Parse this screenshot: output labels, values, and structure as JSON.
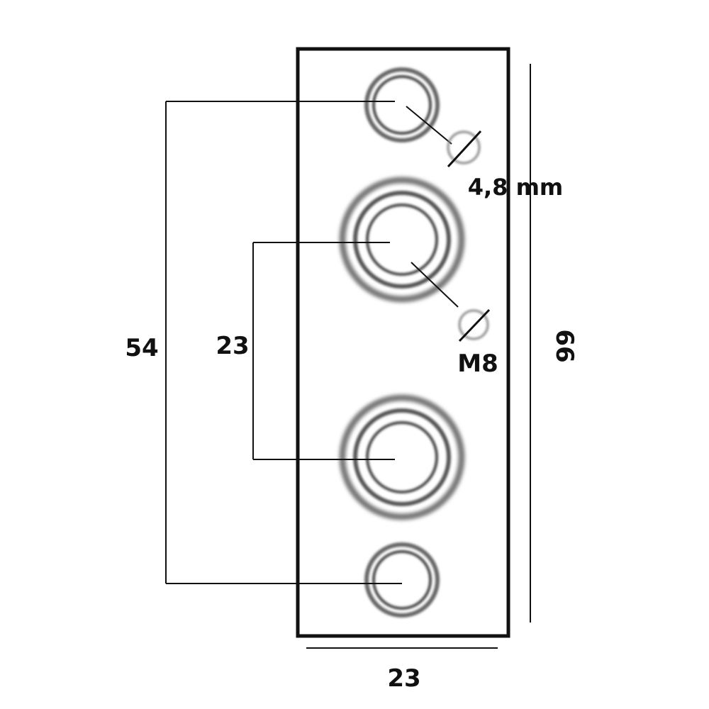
{
  "diagram": {
    "dimensions": {
      "outer_hole_spacing": "54",
      "inner_hole_spacing": "23",
      "plate_height": "66",
      "plate_width": "23"
    },
    "callouts": {
      "small_hole_diameter": "4,8 mm",
      "large_hole_thread": "M8"
    },
    "colors": {
      "line": "#111111",
      "ring": "#555555",
      "background": "#ffffff"
    }
  }
}
